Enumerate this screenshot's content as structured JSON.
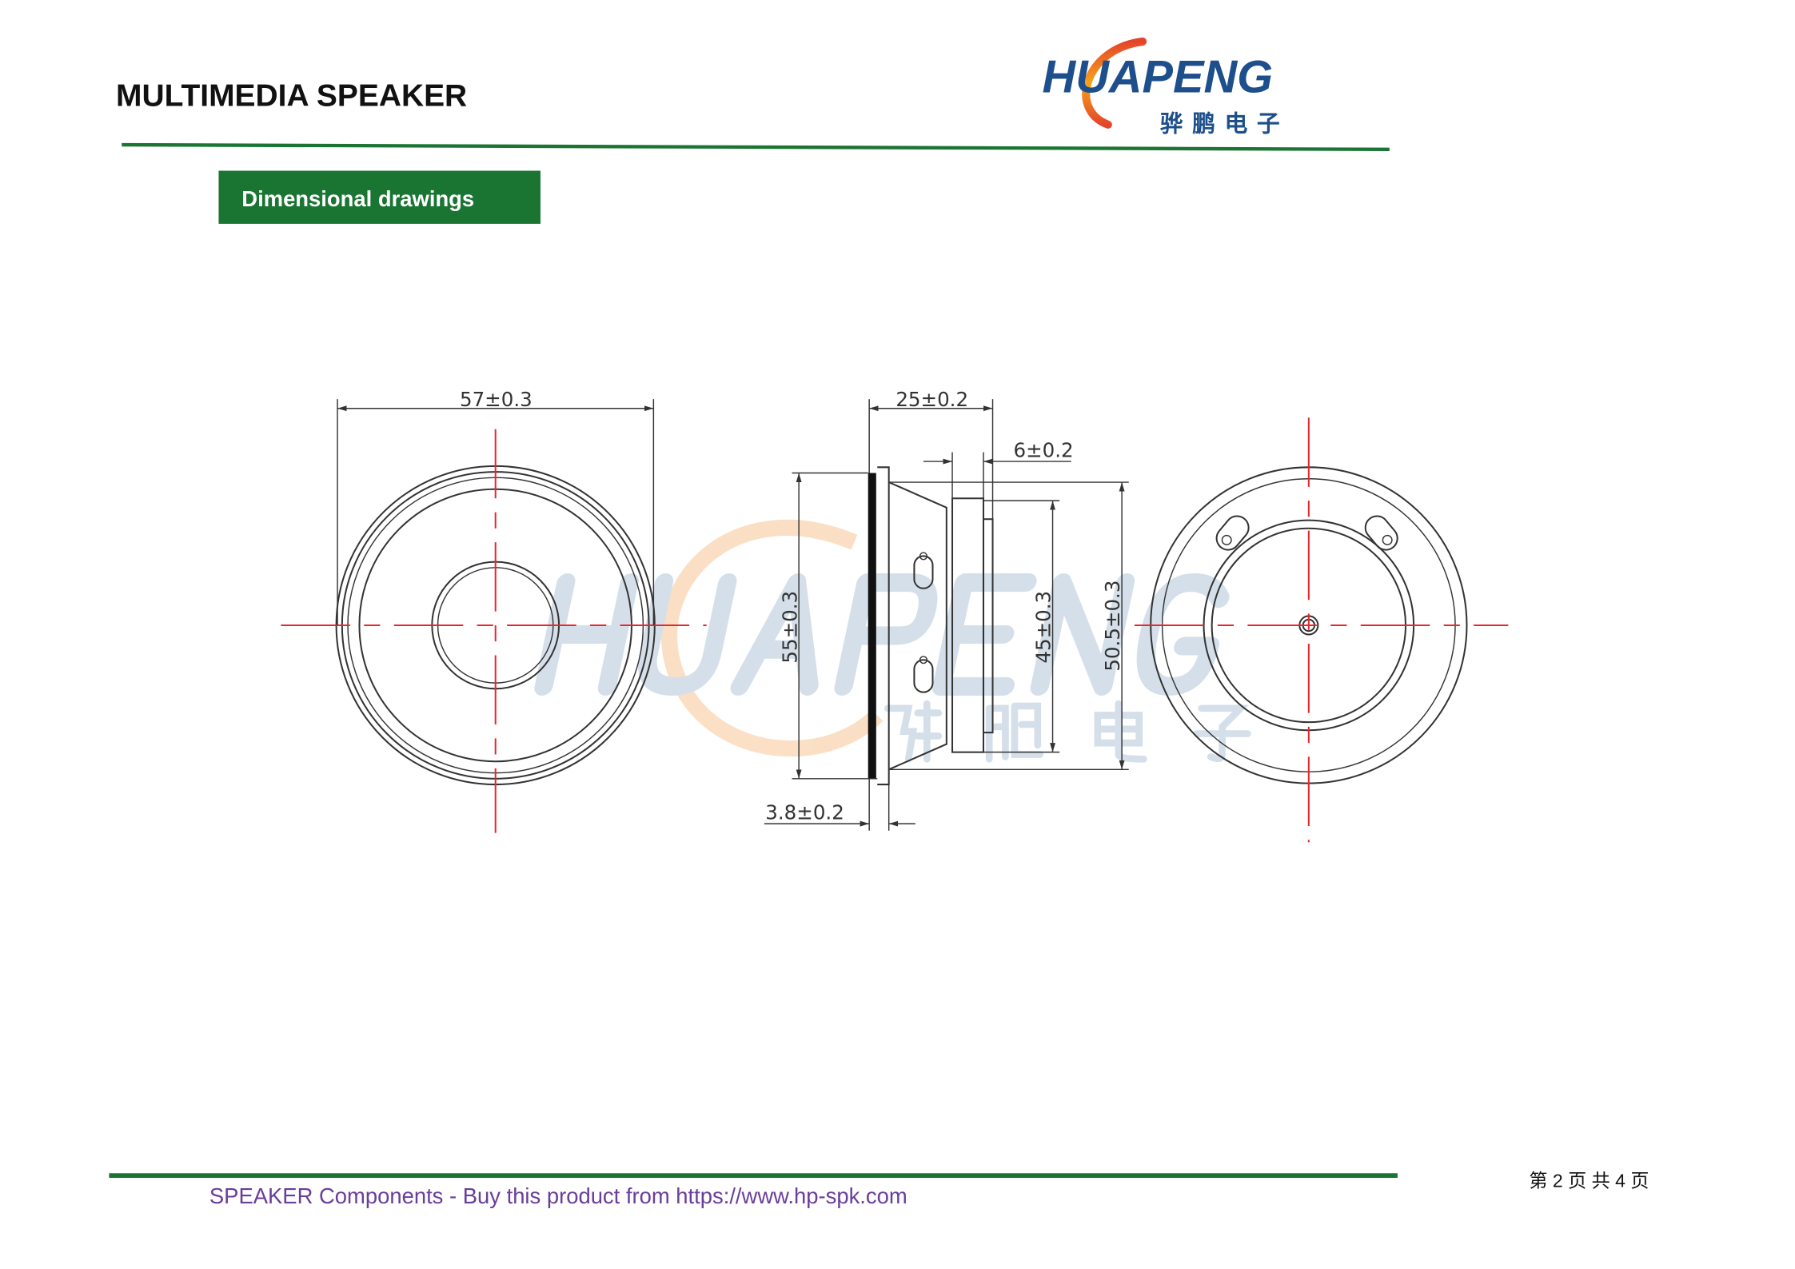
{
  "header": {
    "title": "MULTIMEDIA SPEAKER",
    "logo_text": "HUAPENG",
    "logo_chinese": "骅鹏电子"
  },
  "section": {
    "label": "Dimensional drawings"
  },
  "drawing": {
    "front_diameter": "57±0.3",
    "depth": "25±0.2",
    "magnet_depth": "6±0.2",
    "height_outer": "55±0.3",
    "magnet_diameter": "45±0.3",
    "frame_height": "50.5±0.3",
    "flange_thickness": "3.8±0.2",
    "watermark_text": "HUAPENG",
    "watermark_chinese": "骅鹏电子"
  },
  "footer": {
    "text": "SPEAKER Components - Buy this product from https://www.hp-spk.com",
    "page_indicator": "第 2 页 共 4 页"
  },
  "colors": {
    "green": "#1a7533",
    "purple": "#6a3d9a",
    "logo_blue": "#1d4f8c",
    "logo_orange": "#f08a1c",
    "centerline_red": "#e8262b"
  }
}
